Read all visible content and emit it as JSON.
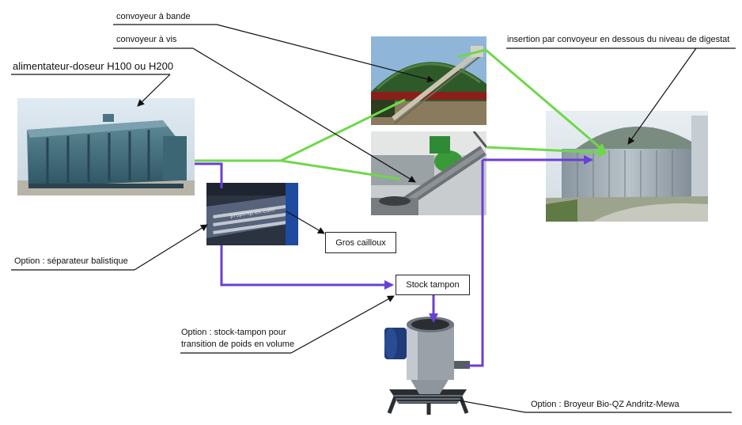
{
  "labels": {
    "belt_conveyor": "convoyeur à bande",
    "screw_conveyor": "convoyeur à vis",
    "feeder": "alimentateur-doseur H100 ou H200",
    "insertion": "insertion par convoyeur en dessous du niveau de digestat",
    "ballistic_separator": "Option : séparateur balistique",
    "stones": "Gros cailloux",
    "buffer_stock": "Stock tampon",
    "buffer_option_line1": "Option : stock-tampon pour",
    "buffer_option_line2": "transition de poids en volume",
    "shredder": "Option : Broyeur Bio-QZ Andritz-Mewa"
  },
  "photo_text": {
    "separator_brand": "propimp.ex.com"
  },
  "colors": {
    "green_flow": "#6ed84a",
    "purple_flow": "#6a3fd6",
    "leader_line": "#111111"
  }
}
